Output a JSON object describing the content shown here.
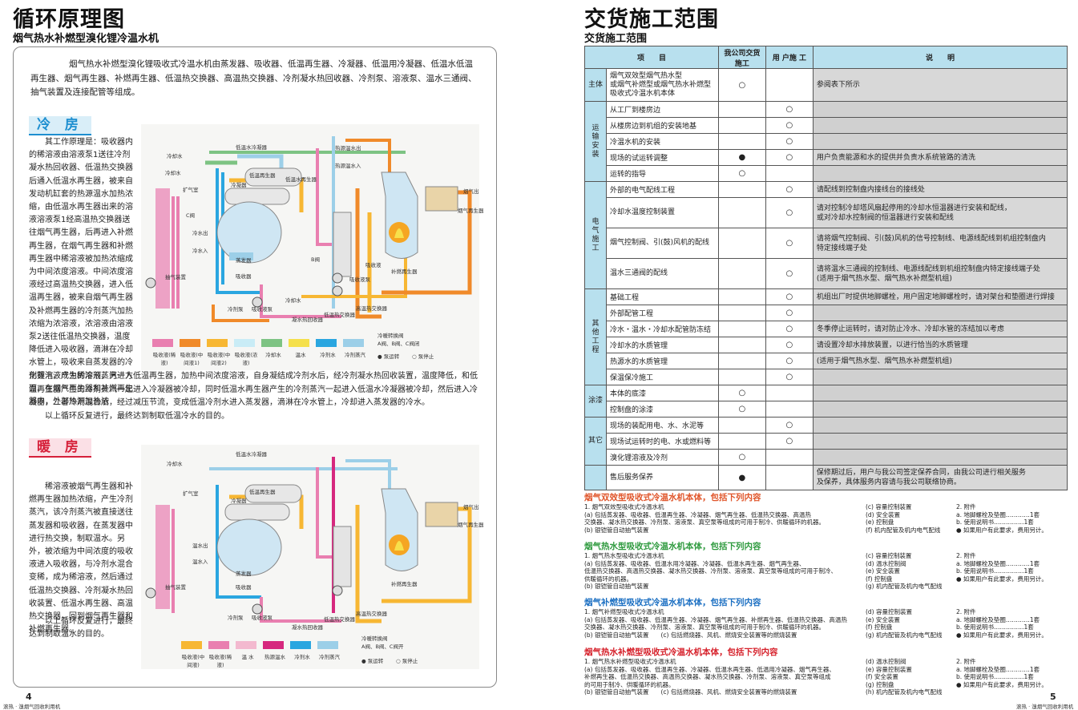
{
  "left_page": {
    "title": "循环原理图",
    "subtitle": "烟气热水补燃型溴化锂冷温水机",
    "intro": "烟气热水补燃型溴化锂吸收式冷温水机由蒸发器、吸收器、低温再生器、冷凝器、低温用冷凝器、低温水低温再生器、烟气再生器、补燃再生器、低温热交换器、高温热交换器、冷剂凝水热回收器、冷剂泵、溶液泵、温水三通阀、抽气装置及连接配管等组成。",
    "cooling": {
      "badge": "冷 房",
      "text_side": "其工作原理是：吸收器内的稀溶液由溶液泵1送往冷剂凝水热回收器、低温热交换器后通入低温水再生器，被来自发动机缸套的热源温水加热浓缩，由低温水再生器出来的溶液溶液泵1经高温热交换器送往烟气再生器，后再进入补燃再生器，在烟气再生器和补燃再生器中稀溶液被加热浓缩成为中间浓度溶液。中间浓度溶液经过高温热交换器，进入低温再生器，被来自烟气再生器及补燃再生器的冷剂蒸汽加热浓缩为浓溶液，浓溶液由溶液泵2送往低温热交换器，温度降低进入吸收器，滴淋在冷却水管上，吸收来自蒸发器的冷剂蒸汽，成为稀溶液，另一方面，在烟气再生器和补燃再生器中，外部热源加热浓",
      "text_full": "化锂溶液产生的冷剂蒸汽进入低温再生器，加热中间浓度溶液，自身凝结成冷剂水后，经冷剂凝水热回收装置，温度降低，和低温再生器产生的冷剂蒸汽一起进入冷凝器被冷却，同时低温水再生器产生的冷剂蒸汽一起进入低温水冷凝器被冷却，然后进入冷凝器，二者冷剂混合后，经过减压节流，变成低温冷剂水进入蒸发器，滴淋在冷水管上，冷却进入蒸发器的冷水。",
      "text_end": "以上循环反复进行，最终达到制取低温冷水的目的。",
      "legend": [
        "吸收液(稀液)",
        "吸收液(中间液1)",
        "吸收液(中间液2)",
        "吸收液(浓液)",
        "冷却水",
        "温水",
        "冷剂水",
        "冷剂蒸汽"
      ],
      "legend_colors": [
        "#e97fb0",
        "#f08a2a",
        "#f7b733",
        "#c9ecf6",
        "#7dc383",
        "#f5e04b",
        "#2aa6e0",
        "#9ccfe8"
      ],
      "valve_title": "冷暖转换阀",
      "valve_text": "A阀、B阀、C阀闭",
      "pump_run": "泵运转",
      "pump_stop": "泵停止",
      "labels": [
        "冷却水",
        "低温水冷凝器",
        "热源温水出",
        "热源温水入",
        "冷却水",
        "低温再生器",
        "扩气室",
        "低温水再生器",
        "冷凝器",
        "烟气出",
        "烟气再生器",
        "冷水出",
        "冷水入",
        "蒸发器",
        "吸收器",
        "B阀",
        "吸收液",
        "吸收液泵",
        "补燃再生器",
        "抽气装置",
        "冷剂泵",
        "吸收液泵",
        "低温热交换器",
        "高温热交换器",
        "冷却水",
        "凝水热回收器",
        "C阀"
      ]
    },
    "heating": {
      "badge": "暖 房",
      "text_side": "稀溶液被烟气再生器和补燃再生器加热浓缩，产生冷剂蒸汽，该冷剂蒸汽被直接送往蒸发器和吸收器，在蒸发器中进行热交换，制取温水。另外，被浓缩为中间浓度的吸收液进入吸收器，与冷剂水混合变稀，成为稀溶液，然后通过低温热交换器、冷剂凝水热回收装置、低温水再生器、高温热交换器，回到烟气再生器和补燃再生器。",
      "text_end": "以上循环反复进行，最终达到制取温水的目的。",
      "legend": [
        "吸收液(中间液)",
        "吸收液(稀液)",
        "温 水",
        "热源温水",
        "冷剂水",
        "冷剂蒸汽"
      ],
      "legend_colors": [
        "#f7b733",
        "#e97fb0",
        "#f3b9cf",
        "#d6287e",
        "#2aa6e0",
        "#9ccfe8"
      ],
      "valve_title": "冷暖转换阀",
      "valve_text": "A阀、B阀、C阀开",
      "pump_run": "泵运转",
      "pump_stop": "泵停止",
      "labels": [
        "低温水冷凝器",
        "冷却水",
        "扩气室",
        "低温再生器",
        "冷凝器",
        "烟气出",
        "烟气再生器",
        "温水出",
        "温水入",
        "蒸发器",
        "吸收器",
        "抽气装置",
        "冷剂泵",
        "吸收液泵",
        "补燃再生器",
        "低温热交换器",
        "高温热交换器",
        "凝水热回收器"
      ]
    },
    "page_no": "4",
    "footer": "滚热 · 溴烟气回收利用机"
  },
  "right_page": {
    "title": "交货施工范围",
    "subtitle": "交货施工范围",
    "table": {
      "headers": [
        "项　　目",
        "我公司交货施工",
        "用 户施 工",
        "说　　明"
      ],
      "groups": [
        {
          "cat": "主体",
          "rows": [
            {
              "item": "烟气双效型烟气热水型\n或烟气补燃型或烟气热水补燃型\n吸收式冷温水机本体",
              "ours": "○",
              "user": "",
              "note": "参阅表下所示",
              "h": 40
            }
          ]
        },
        {
          "cat": "运输安装",
          "rows": [
            {
              "item": "从工厂到楼房边",
              "ours": "",
              "user": "○",
              "note": ""
            },
            {
              "item": "从楼房边到机组的安装地基",
              "ours": "",
              "user": "○",
              "note": ""
            },
            {
              "item": "冷温水机的安装",
              "ours": "",
              "user": "○",
              "note": ""
            },
            {
              "item": "现场的试运转调整",
              "ours": "●",
              "user": "○",
              "note": "用户负责能源和水的提供并负责水系统管路的清洗"
            },
            {
              "item": "运转的指导",
              "ours": "○",
              "user": "",
              "note": ""
            }
          ]
        },
        {
          "cat": "电气施工",
          "rows": [
            {
              "item": "外部的电气配线工程",
              "ours": "",
              "user": "○",
              "note": "请配线到控制盘内接线台的接线处"
            },
            {
              "item": "冷却水温度控制装置",
              "ours": "",
              "user": "○",
              "note": "请对控制冷却塔风扇起停用的冷却水恒温器进行安装和配线，\n或对冷却水控制阀的恒温器进行安装和配线",
              "h": 37
            },
            {
              "item": "烟气控制阀、引(鼓)风机的配线",
              "ours": "",
              "user": "○",
              "note": "请将烟气控制阀、引(鼓)风机的信号控制线、电源线配线到机组控制盘内\n特定接线端子处",
              "h": 37
            },
            {
              "item": "温水三通阀的配线",
              "ours": "",
              "user": "○",
              "note": "请将温水三通阀的控制线、电源线配线到机组控制盘内特定接线端子处\n(适用于烟气热水型、烟气热水补燃型机组)",
              "h": 37
            }
          ]
        },
        {
          "cat": "其他工程",
          "rows": [
            {
              "item": "基础工程",
              "ours": "",
              "user": "○",
              "note": "机组出厂时提供地脚螺栓，用户固定地脚螺栓时，请对架台和垫圈进行焊接"
            },
            {
              "item": "外部配管工程",
              "ours": "",
              "user": "○",
              "note": ""
            },
            {
              "item": "冷水・温水・冷却水配管防冻结",
              "ours": "",
              "user": "○",
              "note": "冬季停止运转时，请对防止冷水、冷却水管的冻结加以考虑"
            },
            {
              "item": "冷却水的水质管理",
              "ours": "",
              "user": "○",
              "note": "请设置冷却水排放装置，以进行恰当的水质管理"
            },
            {
              "item": "热源水的水质管理",
              "ours": "",
              "user": "○",
              "note": "(适用于烟气热水型、烟气热水补燃型机组)"
            },
            {
              "item": "保温保冷施工",
              "ours": "",
              "user": "○",
              "note": ""
            }
          ]
        },
        {
          "cat": "涂漆",
          "rows": [
            {
              "item": "本体的底漆",
              "ours": "○",
              "user": "",
              "note": ""
            },
            {
              "item": "控制盘的涂漆",
              "ours": "○",
              "user": "",
              "note": ""
            }
          ]
        },
        {
          "cat": "其它",
          "rows": [
            {
              "item": "现场的装配用电、水、水泥等",
              "ours": "",
              "user": "○",
              "note": ""
            },
            {
              "item": "现场试运转时的电、水或燃料等",
              "ours": "",
              "user": "○",
              "note": ""
            },
            {
              "item": "溴化锂溶液及冷剂",
              "ours": "○",
              "user": "",
              "note": ""
            }
          ]
        },
        {
          "cat": "",
          "rows": [
            {
              "item": "售后服务保养",
              "ours": "●",
              "user": "",
              "note": "保修期过后，用户与我公司签定保养合同，由我公司进行相关服务\n及保养，具体服务内容请与我公司联络协商。",
              "h": 30
            }
          ]
        }
      ]
    },
    "sections": [
      {
        "title": "烟气双效型吸收式冷温水机本体，包括下列内容",
        "color": "#e0552a",
        "col1": "1. 烟气双效型吸收式冷温水机\n(a) 包括蒸发器、吸收器、低温再生器、冷凝器、烟气再生器、低温热交换器、高温热\n     交换器、凝水热交换器、冷剂泵、溶液泵、真空泵等组成的可用于制冷、供暖循环的机器。\n(b) 银铠管自动抽气装置",
        "col2": "(c) 容量控制装置\n(d) 安全装置\n(e) 控制盘\n(f) 机内配管及机内电气配线",
        "col3": "2. 附件\na. 地脚螺栓及垫圈…………1套\nb. 使用说明书……………1套\n● 如果用户有此要求，费用另计。"
      },
      {
        "title": "烟气热水型吸收式冷温水机本体，包括下列内容",
        "color": "#2e9a3e",
        "col1": "1. 烟气热水型吸收式冷温水机\n(a) 包括蒸发器、吸收器、低温水用冷凝器、冷凝器、低温水再生器、烟气再生器、\n     低温热交换器、高温热交换器、凝水热交换器、冷剂泵、溶液泵、真空泵等组成的可用于制冷、\n     供暖循环的机器。\n(b) 银铠管自动抽气装置",
        "col2": "(c) 容量控制装置\n(d) 温水控制阀\n(e) 安全装置\n(f) 控制盘\n(g) 机内配管及机内电气配线",
        "col3": "2. 附件\na. 地脚螺栓及垫圈…………1套\nb. 使用说明书……………1套\n● 如果用户有此要求，费用另计。"
      },
      {
        "title": "烟气补燃型吸收式冷温水机本体，包括下列内容",
        "color": "#1b6fc2",
        "col1": "1. 烟气补燃型吸收式冷温水机\n(a) 包括蒸发器、吸收器、低温再生器、冷凝器、烟气再生器、补燃再生器、低温热交换器、高温热\n     交换器、凝水热交换器、冷剂泵、溶液泵、真空泵等组成的可用于制冷、供暖循环的机器。\n(b) 银铠管自动抽气装置　　(c) 包括燃烧器、风机、燃烧安全装置等的燃烧装置",
        "col2": "(d) 容量控制装置\n(e) 安全装置\n(f) 控制盘\n(g) 机内配管及机内电气配线",
        "col3": "2. 附件\na. 地脚螺栓及垫圈…………1套\nb. 使用说明书……………1套\n● 如果用户有此要求，费用另计。"
      },
      {
        "title": "烟气热水补燃型吸收式冷温水机本体，包括下列内容",
        "color": "#d6202a",
        "col1": "1. 烟气热水补燃型吸收式冷温水机\n(a) 包括蒸发器、吸收器、低温再生器、冷凝器、低温水再生器、低温用冷凝器、烟气再生器、\n     补燃再生器、低温热交换器、高温热交换器、凝水热交换器、冷剂泵、溶液泵、真空泵等组成\n     的可用于制冷、供暖循环的机器。\n(b) 银铠管自动抽气装置　　(c) 包括燃烧器、风机、燃烧安全装置等的燃烧装置",
        "col2": "(d) 温水控制阀\n(e) 容量控制装置\n(f) 安全装置\n(g) 控制盘\n(h) 机内配管及机内电气配线",
        "col3": "2. 附件\na. 地脚螺栓及垫圈…………1套\nb. 使用说明书……………1套\n● 如果用户有此要求，费用另计。"
      }
    ],
    "page_no": "5",
    "footer": "滚热 · 溴烟气回收利用机"
  }
}
